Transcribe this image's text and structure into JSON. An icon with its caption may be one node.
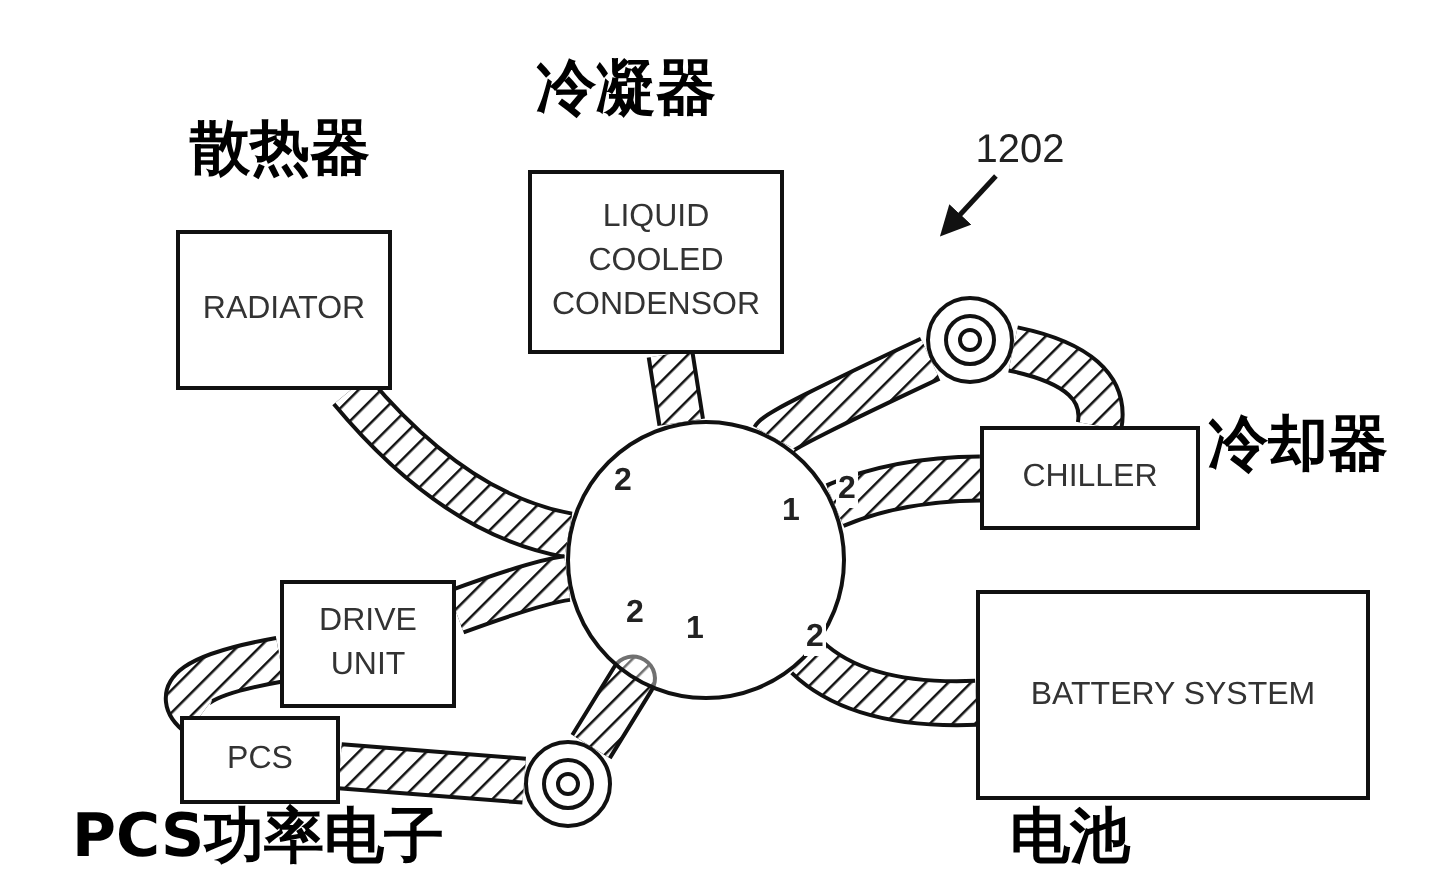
{
  "diagram": {
    "nodes": [
      {
        "text": [
          "RADIATOR"
        ],
        "beside": [
          "散热器"
        ]
      },
      {
        "text": [
          "LIQUID COOLED CONDENSOR"
        ],
        "beside": [
          "冷凝器"
        ]
      },
      {
        "text": [
          "1202"
        ]
      },
      {
        "text": [],
        "shape": "circle"
      },
      {
        "text": [
          "CHILLER"
        ],
        "beside": [
          "冷却器"
        ]
      },
      {
        "text": [],
        "shape": "circle"
      },
      {
        "text": [
          "DRIVE UNIT"
        ]
      },
      {
        "text": [
          "BATTERY SYSTEM"
        ],
        "beside": [
          "电池"
        ]
      },
      {
        "text": [
          "PCS"
        ],
        "beside": [
          "PCS功率电子"
        ]
      },
      {
        "text": [],
        "shape": "circle"
      }
    ],
    "edges": [
      {
        "from": 0,
        "to": 5,
        "arrow": "none"
      },
      {
        "from": 1,
        "to": 5,
        "arrow": "none"
      },
      {
        "from": 3,
        "to": 4,
        "arrow": "none"
      },
      {
        "from": 3,
        "to": 5,
        "arrow": "none"
      },
      {
        "from": 4,
        "to": 5,
        "arrow": "none"
      },
      {
        "from": 6,
        "to": 5,
        "arrow": "none"
      },
      {
        "from": 6,
        "to": 8,
        "arrow": "none"
      },
      {
        "from": 8,
        "to": 9,
        "arrow": "none"
      },
      {
        "from": 9,
        "to": 5,
        "arrow": "none"
      },
      {
        "from": 7,
        "to": 5,
        "arrow": "none"
      },
      {
        "from": 2,
        "to": null,
        "arrow": "to"
      }
    ],
    "labels": [
      "2",
      "1",
      "2",
      "2",
      "1",
      "2"
    ]
  }
}
